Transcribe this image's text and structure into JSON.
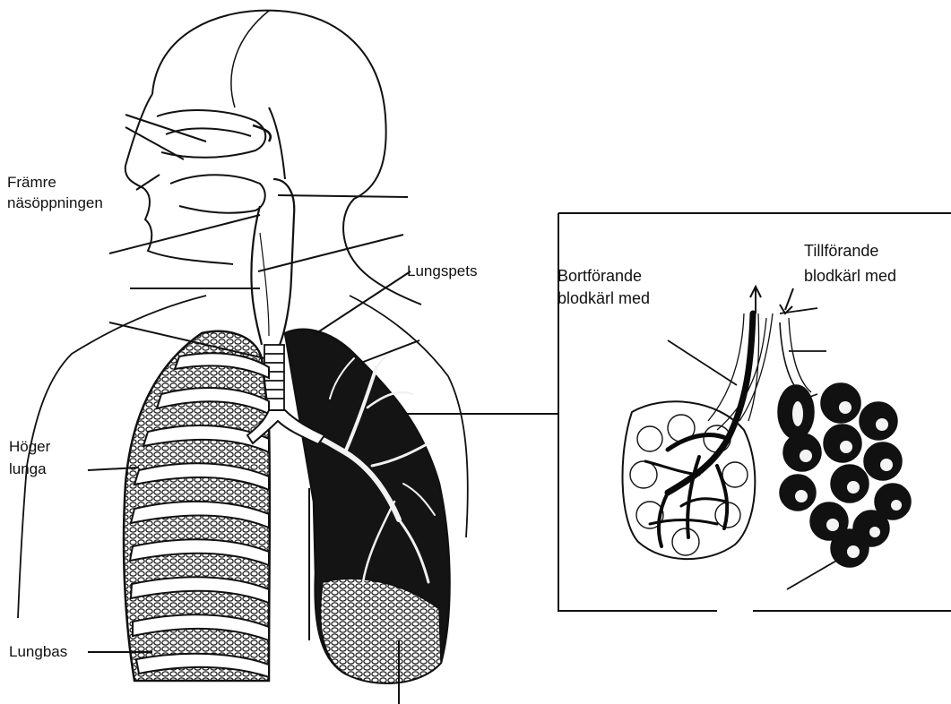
{
  "labels": {
    "framre_line1": "Främre",
    "framre_line2": "näsöppningen",
    "lungspets": "Lungspets",
    "hoger_line1": "Höger",
    "hoger_line2": "lunga",
    "lungbas": "Lungbas"
  },
  "inset": {
    "left_label_line1": "Bortförande",
    "left_label_line2": "blodkärl med",
    "right_label_line1": "Tillförande",
    "right_label_line2": "blodkärl med"
  }
}
